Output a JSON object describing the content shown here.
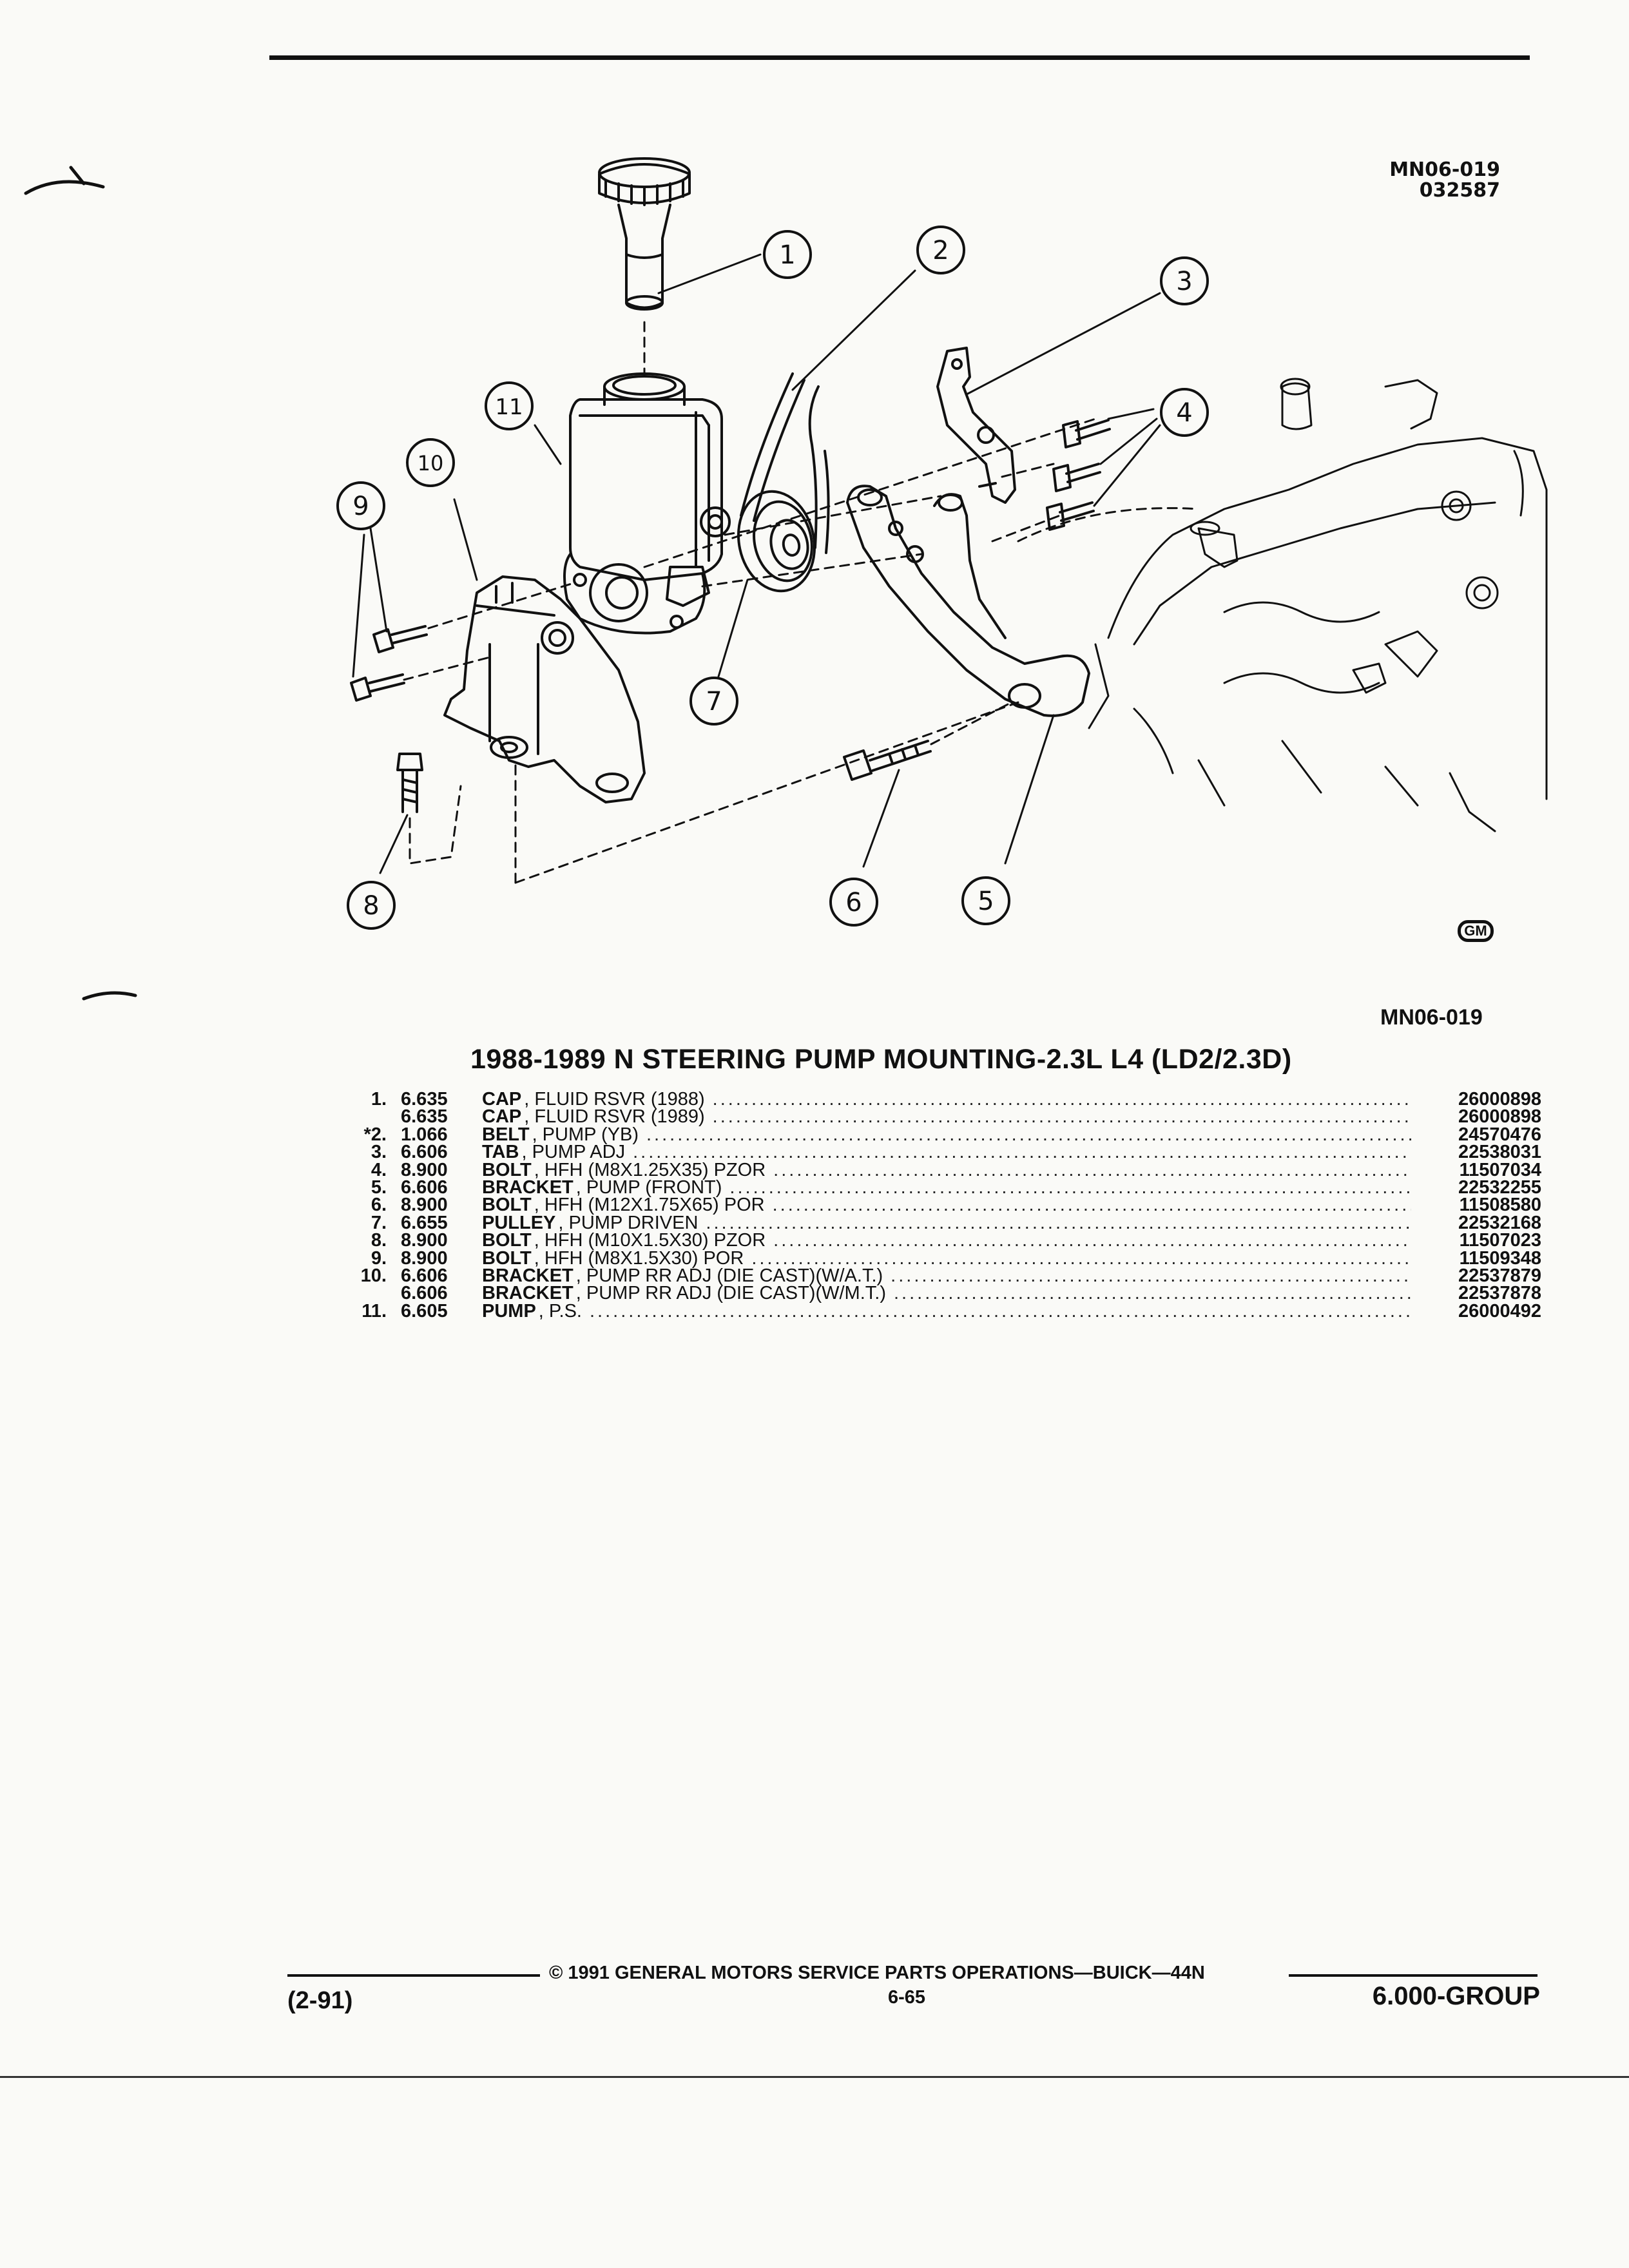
{
  "figure": {
    "code_top_line1": "MN06-019",
    "code_top_line2": "032587",
    "code_bottom": "MN06-019",
    "logo": "GM",
    "callouts": [
      "1",
      "2",
      "3",
      "4",
      "5",
      "6",
      "7",
      "8",
      "9",
      "10",
      "11"
    ]
  },
  "title": "1988-1989 N STEERING PUMP MOUNTING-2.3L L4 (LD2/2.3D)",
  "parts": [
    {
      "num": "1.",
      "group": "6.635",
      "name": "CAP",
      "desc": ", FLUID RSVR (1988)",
      "part_no": "26000898"
    },
    {
      "num": "",
      "group": "6.635",
      "name": "CAP",
      "desc": ", FLUID RSVR (1989)",
      "part_no": "26000898"
    },
    {
      "num": "*2.",
      "group": "1.066",
      "name": "BELT",
      "desc": ", PUMP (YB)",
      "part_no": "24570476"
    },
    {
      "num": "3.",
      "group": "6.606",
      "name": "TAB",
      "desc": ", PUMP ADJ",
      "part_no": "22538031"
    },
    {
      "num": "4.",
      "group": "8.900",
      "name": "BOLT",
      "desc": ", HFH (M8X1.25X35) PZOR",
      "part_no": "11507034"
    },
    {
      "num": "5.",
      "group": "6.606",
      "name": "BRACKET",
      "desc": ", PUMP (FRONT)",
      "part_no": "22532255"
    },
    {
      "num": "6.",
      "group": "8.900",
      "name": "BOLT",
      "desc": ", HFH (M12X1.75X65) POR",
      "part_no": "11508580"
    },
    {
      "num": "7.",
      "group": "6.655",
      "name": "PULLEY",
      "desc": ", PUMP DRIVEN",
      "part_no": "22532168"
    },
    {
      "num": "8.",
      "group": "8.900",
      "name": "BOLT",
      "desc": ", HFH (M10X1.5X30) PZOR",
      "part_no": "11507023"
    },
    {
      "num": "9.",
      "group": "8.900",
      "name": "BOLT",
      "desc": ", HFH (M8X1.5X30) POR",
      "part_no": "11509348"
    },
    {
      "num": "10.",
      "group": "6.606",
      "name": "BRACKET",
      "desc": ", PUMP RR ADJ (DIE CAST)(W/A.T.)",
      "part_no": "22537879"
    },
    {
      "num": "",
      "group": "6.606",
      "name": "BRACKET",
      "desc": ", PUMP RR ADJ (DIE CAST)(W/M.T.)",
      "part_no": "22537878"
    },
    {
      "num": "11.",
      "group": "6.605",
      "name": "PUMP",
      "desc": ", P.S.",
      "part_no": "26000492"
    }
  ],
  "footer": {
    "copyright": "© 1991 GENERAL MOTORS SERVICE PARTS OPERATIONS—BUICK—44N",
    "date": "(2-91)",
    "page": "6-65",
    "group": "6.000-GROUP"
  }
}
